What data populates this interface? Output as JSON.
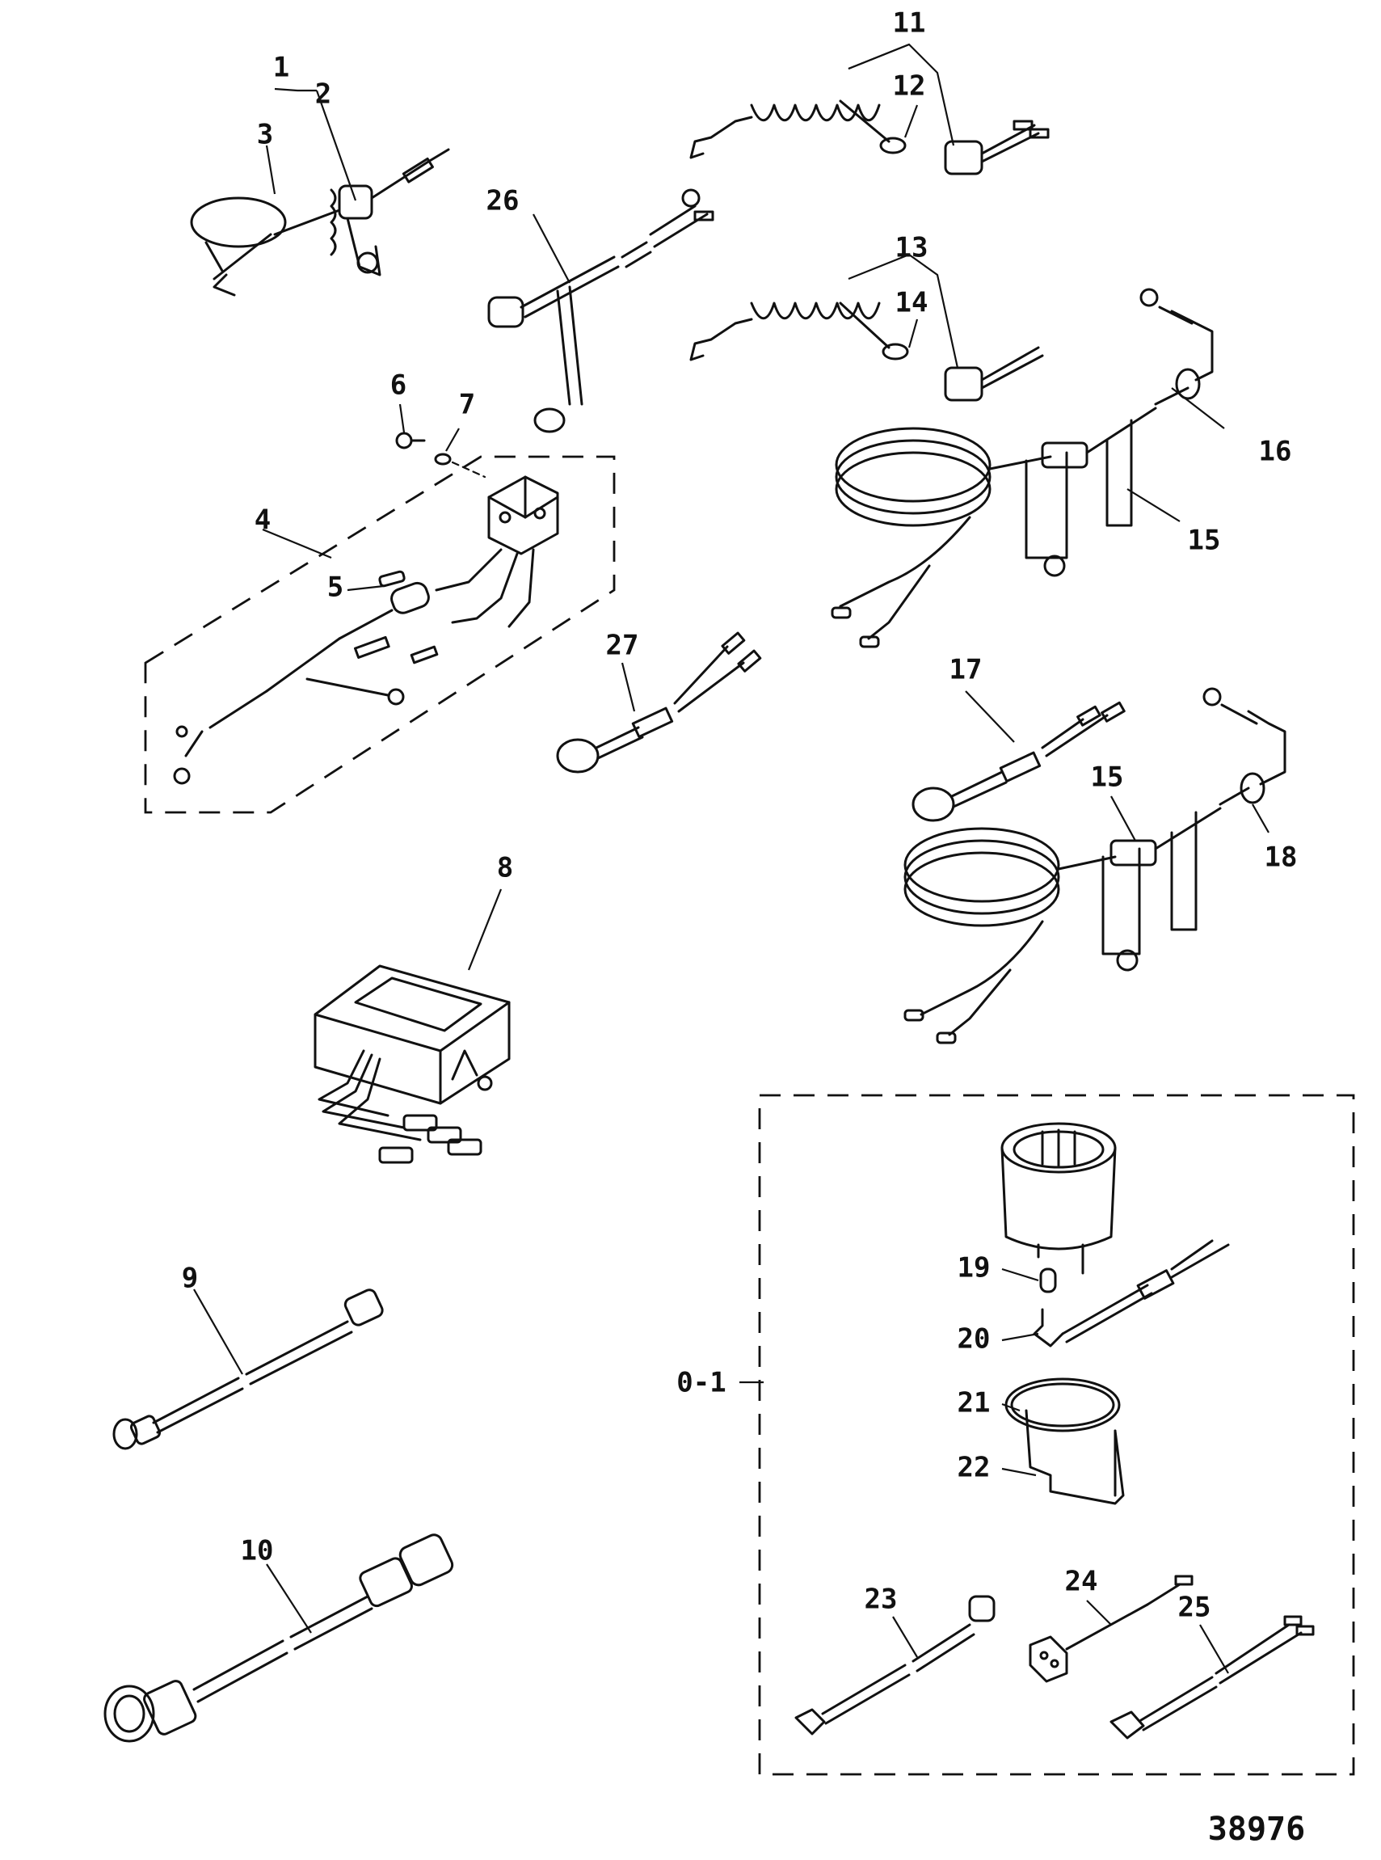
{
  "diagram": {
    "drawing_number": "38976",
    "group_label": "0-1",
    "callouts": {
      "c1": "1",
      "c2": "2",
      "c3": "3",
      "c4": "4",
      "c5": "5",
      "c6": "6",
      "c7": "7",
      "c8": "8",
      "c9": "9",
      "c10": "10",
      "c11": "11",
      "c12": "12",
      "c13": "13",
      "c14": "14",
      "c15a": "15",
      "c15b": "15",
      "c16": "16",
      "c17": "17",
      "c18": "18",
      "c19": "19",
      "c20": "20",
      "c21": "21",
      "c22": "22",
      "c23": "23",
      "c24": "24",
      "c25": "25",
      "c26": "26",
      "c27": "27"
    }
  }
}
